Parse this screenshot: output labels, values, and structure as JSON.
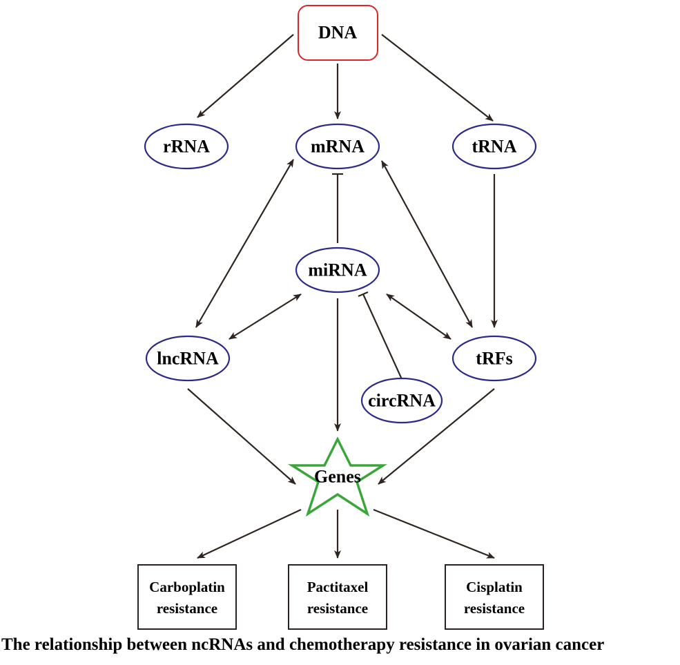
{
  "nodes": {
    "dna": "DNA",
    "rrna": "rRNA",
    "mrna": "mRNA",
    "trna": "tRNA",
    "mirna": "miRNA",
    "lncrna": "lncRNA",
    "trfs": "tRFs",
    "circrna": "circRNA",
    "genes": "Genes"
  },
  "outcomes": {
    "carboplatin": [
      "Carboplatin",
      "resistance"
    ],
    "pactitaxel": [
      "Pactitaxel",
      "resistance"
    ],
    "cisplatin": [
      "Cisplatin",
      "resistance"
    ]
  },
  "caption": "The relationship between ncRNAs and chemotherapy resistance in ovarian cancer",
  "colors": {
    "dna_border": "#d9262b",
    "rna_border": "#2c2a86",
    "genes_star": "#3aa63a",
    "arrow": "#2e2520",
    "outcome_border": "#2a2220"
  }
}
